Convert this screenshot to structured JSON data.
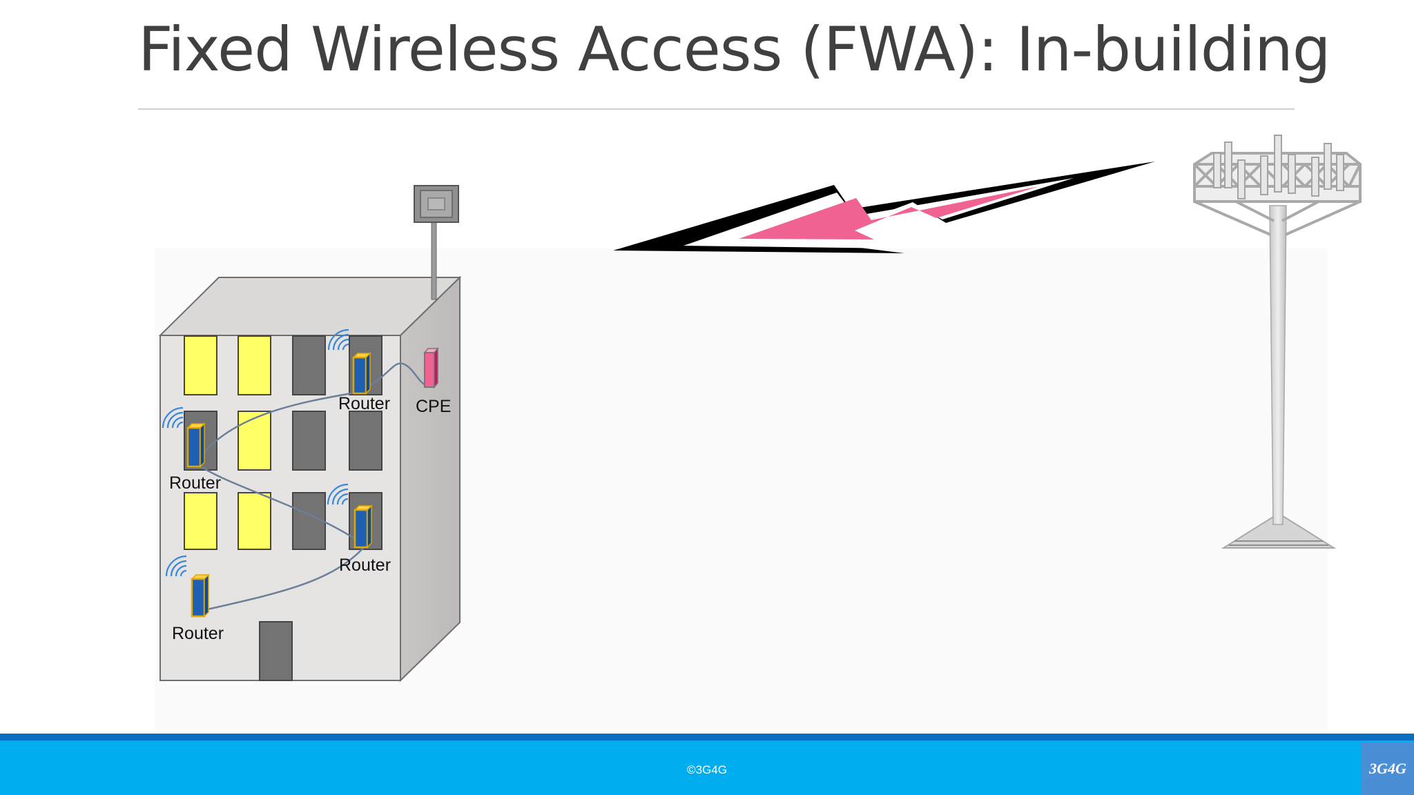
{
  "slide": {
    "title": "Fixed Wireless Access (FWA): In-building",
    "footer_text": "©3G4G",
    "logo_text": "3G4G"
  },
  "diagram": {
    "labels": {
      "router_top": "Router",
      "cpe": "CPE",
      "router_left": "Router",
      "router_middle": "Router",
      "router_bottom": "Router"
    }
  },
  "colors": {
    "footer_bar": "#00adef",
    "footer_line": "#0a6fc2",
    "lightning": "#f06292",
    "window_lit": "#ffff66",
    "window_dark": "#737373",
    "router": "#1f5fb4",
    "cpe": "#f06292"
  }
}
